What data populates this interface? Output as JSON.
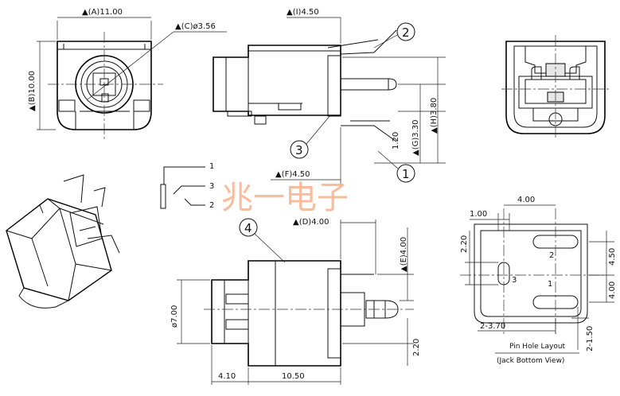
{
  "dimensions": {
    "A": "▲(A)11.00",
    "B": "▲(B)10.00",
    "C": "▲(C)ø3.56",
    "I": "▲(I)4.50",
    "H": "▲(H)3.80",
    "G": "▲(G)3.30",
    "pin_gap": "1.20",
    "F": "▲(F)4.50",
    "D": "▲(D)4.00",
    "E": "▲(E)4.00",
    "dia7": "ø7.00",
    "depth220": "2.20",
    "len410": "4.10",
    "len1050": "10.50"
  },
  "callouts": [
    "1",
    "2",
    "3",
    "4"
  ],
  "pins": {
    "p1": "1",
    "p3": "3",
    "p2": "2"
  },
  "watermark": "兆一电子",
  "layout": {
    "d400": "4.00",
    "d100": "1.00",
    "d220": "2.20",
    "d450": "4.50",
    "d400b": "4.00",
    "d370": "2-3.70",
    "d150": "2-1.50",
    "hole2": "2",
    "hole3": "3",
    "hole1": "1",
    "title": "Pin Hole Layout",
    "subtitle": "(Jack Bottom View)"
  }
}
